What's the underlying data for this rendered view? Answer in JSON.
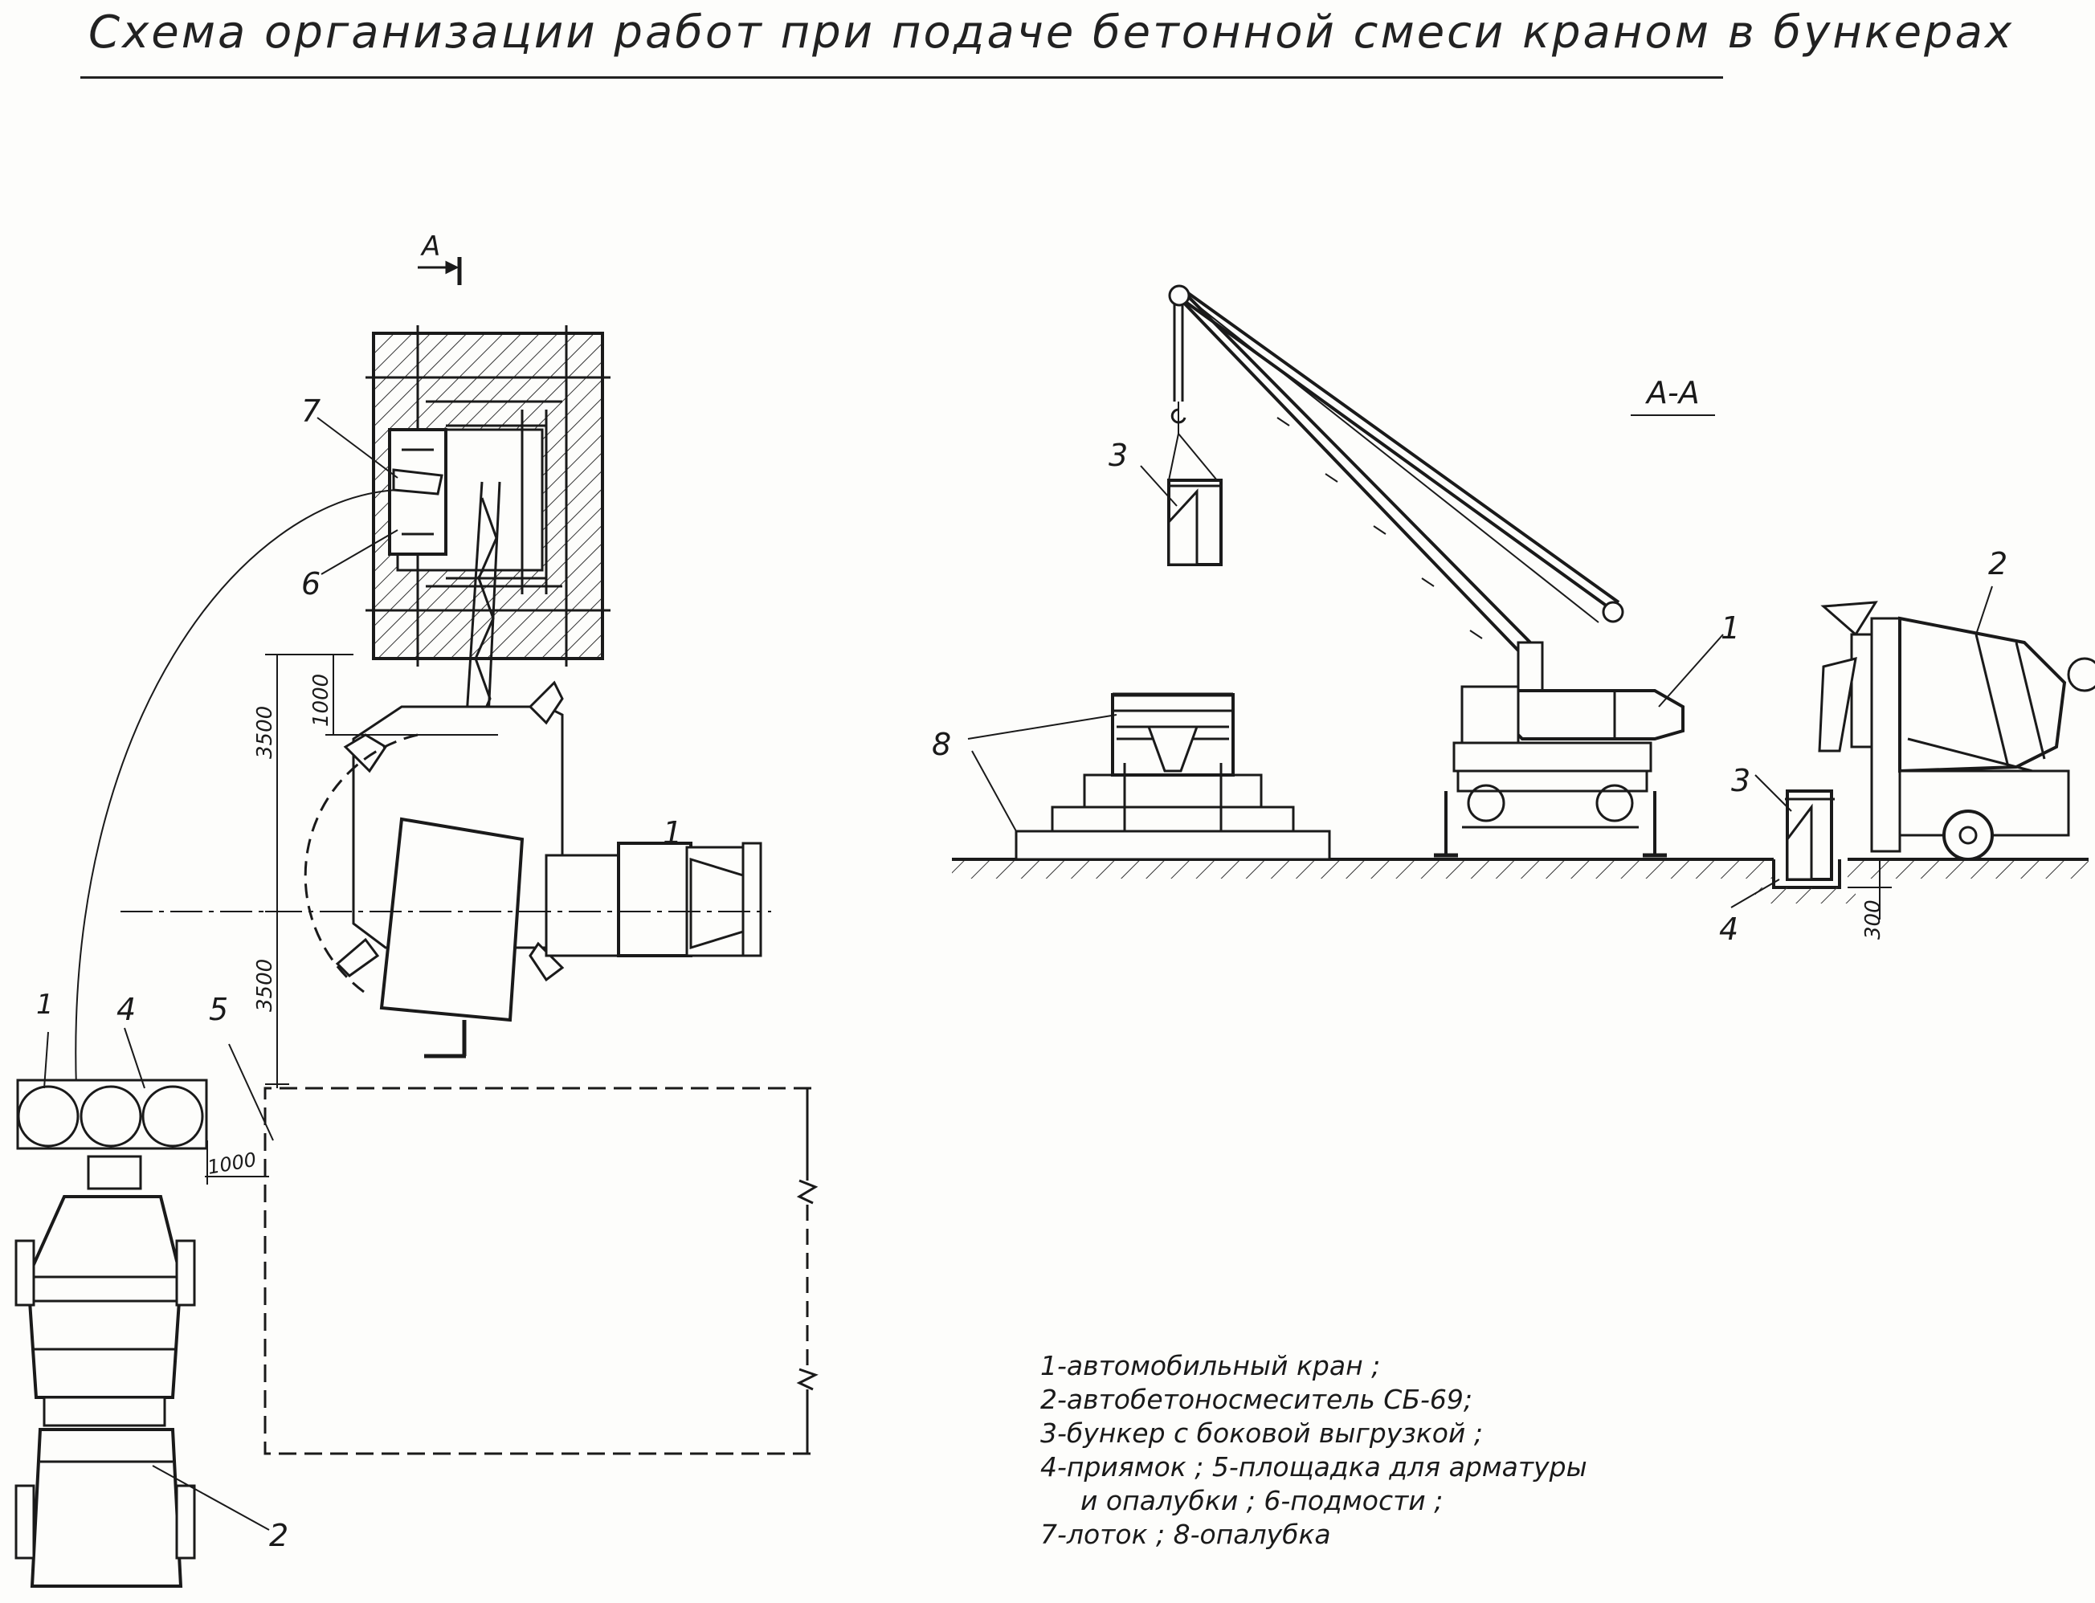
{
  "title": "Схема организации работ при подаче бетонной смеси краном в бункерах",
  "section_mark": "А",
  "section_title": "А-А",
  "dimensions": {
    "d1000_top": "1000",
    "d3500_top": "3500",
    "d3500_bottom": "3500",
    "d1000_left": "1000",
    "d300": "300"
  },
  "plan_labels": {
    "l1_crane": "1",
    "l1_bunker": "1",
    "l2": "2",
    "l4": "4",
    "l5": "5",
    "l6": "6",
    "l7": "7"
  },
  "section_labels": {
    "l1": "1",
    "l2": "2",
    "l3_hanging": "3",
    "l3_ground": "3",
    "l4": "4",
    "l8": "8"
  },
  "legend": {
    "line1": "1-автомобильный кран ;",
    "line2": "2-автобетоносмеситель СБ-69;",
    "line3": "3-бункер с боковой выгрузкой ;",
    "line4": "4-приямок ;  5-площадка для арматуры",
    "line5": "и опалубки ;  6-подмости ;",
    "line6": "7-лоток ;  8-опалубка"
  }
}
